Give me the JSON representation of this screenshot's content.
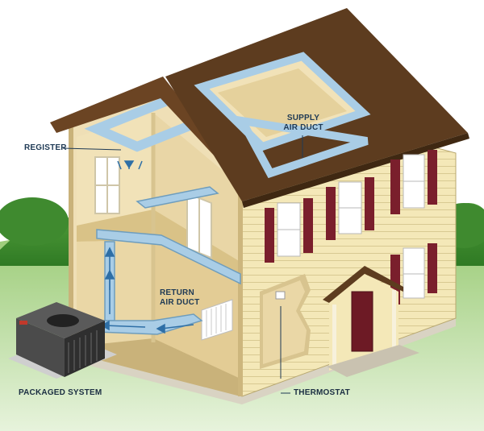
{
  "labels": {
    "register": "REGISTER",
    "supply_line1": "SUPPLY",
    "supply_line2": "AIR DUCT",
    "return_line1": "RETURN",
    "return_line2": "AIR DUCT",
    "packaged_system": "PACKAGED SYSTEM",
    "thermostat": "THERMOSTAT"
  },
  "colors": {
    "roof": "#5a3a1f",
    "siding": "#f3e7b5",
    "shutter": "#7a1f2c",
    "duct": "#a9cde6",
    "grass": "#3d8b2e",
    "label": "#1f3a55"
  }
}
